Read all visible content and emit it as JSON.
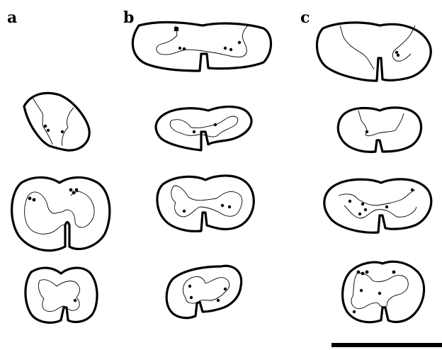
{
  "panels": [
    {
      "label": "a"
    },
    {
      "label": "b"
    },
    {
      "label": "c"
    }
  ],
  "colors": {
    "ink": "#000000",
    "background": "#ffffff"
  }
}
